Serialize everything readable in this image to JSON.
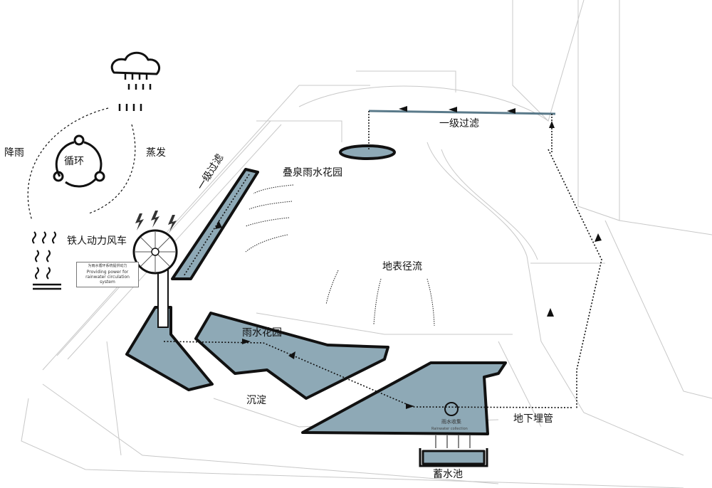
{
  "cycle": {
    "center": "循环",
    "left": "降雨",
    "right": "蒸发"
  },
  "labels": {
    "first_filter_top": "一级过滤",
    "first_filter_channel": "一级过滤",
    "cascade_garden": "叠泉雨水花园",
    "wind_turbine": "铁人动力风车",
    "turbine_note_cn": "为雨水循环系统提供动力",
    "turbine_note_en": "Providing power for rainwater circulation system",
    "surface_runoff": "地表径流",
    "rain_garden": "雨水花园",
    "settling": "沉淀",
    "collection_cn": "雨水收集",
    "collection_en": "Rainwater collection",
    "underground_pipe": "地下埋管",
    "storage_tank": "蓄水池"
  },
  "colors": {
    "water": "#8ea9b6",
    "outline": "#111111",
    "linework": "#c9c9c9"
  },
  "icons": [
    "cloud-rain-icon",
    "cycle-icon",
    "evaporation-icon",
    "lightning-icon",
    "windmill-icon",
    "arrow-icon"
  ]
}
